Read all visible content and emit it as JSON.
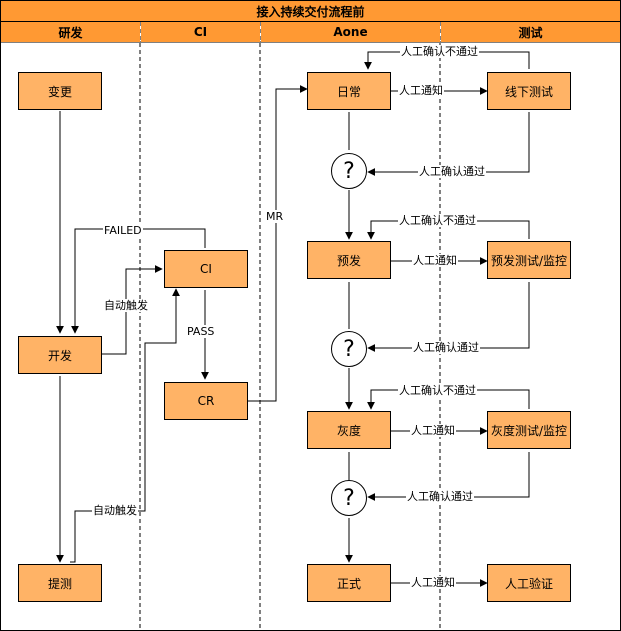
{
  "title": "接入持续交付流程前",
  "lanes": [
    "研发",
    "CI",
    "Aone",
    "测试"
  ],
  "nodes": {
    "change": "变更",
    "develop": "开发",
    "submit_test": "提测",
    "ci": "CI",
    "cr": "CR",
    "daily": "日常",
    "prerelease": "预发",
    "gray": "灰度",
    "formal": "正式",
    "offline_test": "线下测试",
    "pre_test_monitor": "预发测试/监控",
    "gray_test_monitor": "灰度测试/监控",
    "manual_verify": "人工验证"
  },
  "decision_symbol": "?",
  "edge_labels": {
    "failed": "FAILED",
    "auto_trigger": "自动触发",
    "pass": "PASS",
    "mr": "MR",
    "manual_notify": "人工通知",
    "manual_confirm_fail": "人工确认不通过",
    "manual_confirm_pass": "人工确认通过"
  },
  "colors": {
    "header": "#ff9933",
    "node_fill": "#ffb366",
    "line": "#000000"
  }
}
